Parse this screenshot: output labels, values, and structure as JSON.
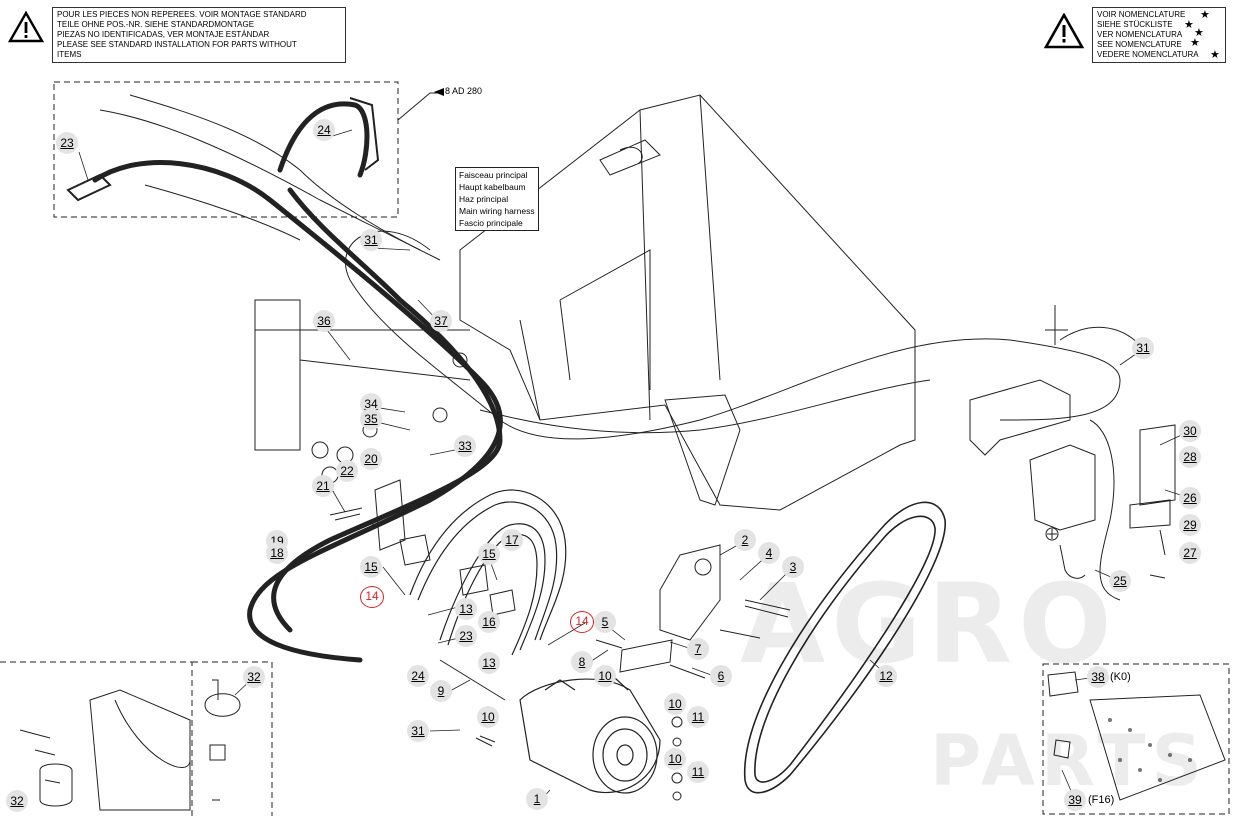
{
  "notes": {
    "standard_install": [
      "POUR LES PIECES NON REPEREES. VOIR MONTAGE STANDARD",
      "TEILE OHNE POS.-NR. SIEHE STANDARDMONTAGE",
      "PIEZAS NO IDENTIFICADAS, VER MONTAJE ESTÁNDAR",
      "PLEASE SEE STANDARD INSTALLATION FOR PARTS WITHOUT",
      "ITEMS"
    ],
    "nomenclature": [
      "VOIR NOMENCLATURE",
      "SIEHE STÜCKLISTE",
      "VER NOMENCLATURA",
      "SEE NOMENCLATURE",
      "VEDERE NOMENCLATURA"
    ]
  },
  "reference": "8 AD 280",
  "harness_note": [
    "Faisceau principal",
    "Haupt kabelbaum",
    "Haz principal",
    "Main wiring harness",
    "Fascio principale"
  ],
  "callouts": [
    {
      "id": "c23a",
      "text": "23"
    },
    {
      "id": "c24a",
      "text": "24"
    },
    {
      "id": "c31a",
      "text": "31"
    },
    {
      "id": "c36",
      "text": "36"
    },
    {
      "id": "c37",
      "text": "37"
    },
    {
      "id": "c34",
      "text": "34"
    },
    {
      "id": "c35",
      "text": "35"
    },
    {
      "id": "c33",
      "text": "33"
    },
    {
      "id": "c22",
      "text": "22"
    },
    {
      "id": "c20",
      "text": "20"
    },
    {
      "id": "c21",
      "text": "21"
    },
    {
      "id": "c19",
      "text": "19"
    },
    {
      "id": "c18",
      "text": "18"
    },
    {
      "id": "c15a",
      "text": "15"
    },
    {
      "id": "c15b",
      "text": "15"
    },
    {
      "id": "c17",
      "text": "17"
    },
    {
      "id": "c14a",
      "text": "14"
    },
    {
      "id": "c13a",
      "text": "13"
    },
    {
      "id": "c16",
      "text": "16"
    },
    {
      "id": "c23b",
      "text": "23"
    },
    {
      "id": "c13b",
      "text": "13"
    },
    {
      "id": "c24b",
      "text": "24"
    },
    {
      "id": "c9",
      "text": "9"
    },
    {
      "id": "c31b",
      "text": "31"
    },
    {
      "id": "c10a",
      "text": "10"
    },
    {
      "id": "c1",
      "text": "1"
    },
    {
      "id": "c14b",
      "text": "14"
    },
    {
      "id": "c5",
      "text": "5"
    },
    {
      "id": "c8",
      "text": "8"
    },
    {
      "id": "c10b",
      "text": "10"
    },
    {
      "id": "c7",
      "text": "7"
    },
    {
      "id": "c6",
      "text": "6"
    },
    {
      "id": "c2",
      "text": "2"
    },
    {
      "id": "c4",
      "text": "4"
    },
    {
      "id": "c3",
      "text": "3"
    },
    {
      "id": "c10c",
      "text": "10"
    },
    {
      "id": "c11a",
      "text": "11"
    },
    {
      "id": "c10d",
      "text": "10"
    },
    {
      "id": "c11b",
      "text": "11"
    },
    {
      "id": "c12",
      "text": "12"
    },
    {
      "id": "c31c",
      "text": "31"
    },
    {
      "id": "c30",
      "text": "30"
    },
    {
      "id": "c28",
      "text": "28"
    },
    {
      "id": "c26",
      "text": "26"
    },
    {
      "id": "c29",
      "text": "29"
    },
    {
      "id": "c27",
      "text": "27"
    },
    {
      "id": "c25",
      "text": "25"
    },
    {
      "id": "c32a",
      "text": "32"
    },
    {
      "id": "c32b",
      "text": "32"
    },
    {
      "id": "c38",
      "text": "38"
    },
    {
      "id": "c39",
      "text": "39"
    }
  ],
  "component_labels": {
    "k0": "(K0)",
    "f16": "(F16)"
  },
  "watermark": {
    "line1": "AGRO",
    "line2": "PARTS"
  }
}
